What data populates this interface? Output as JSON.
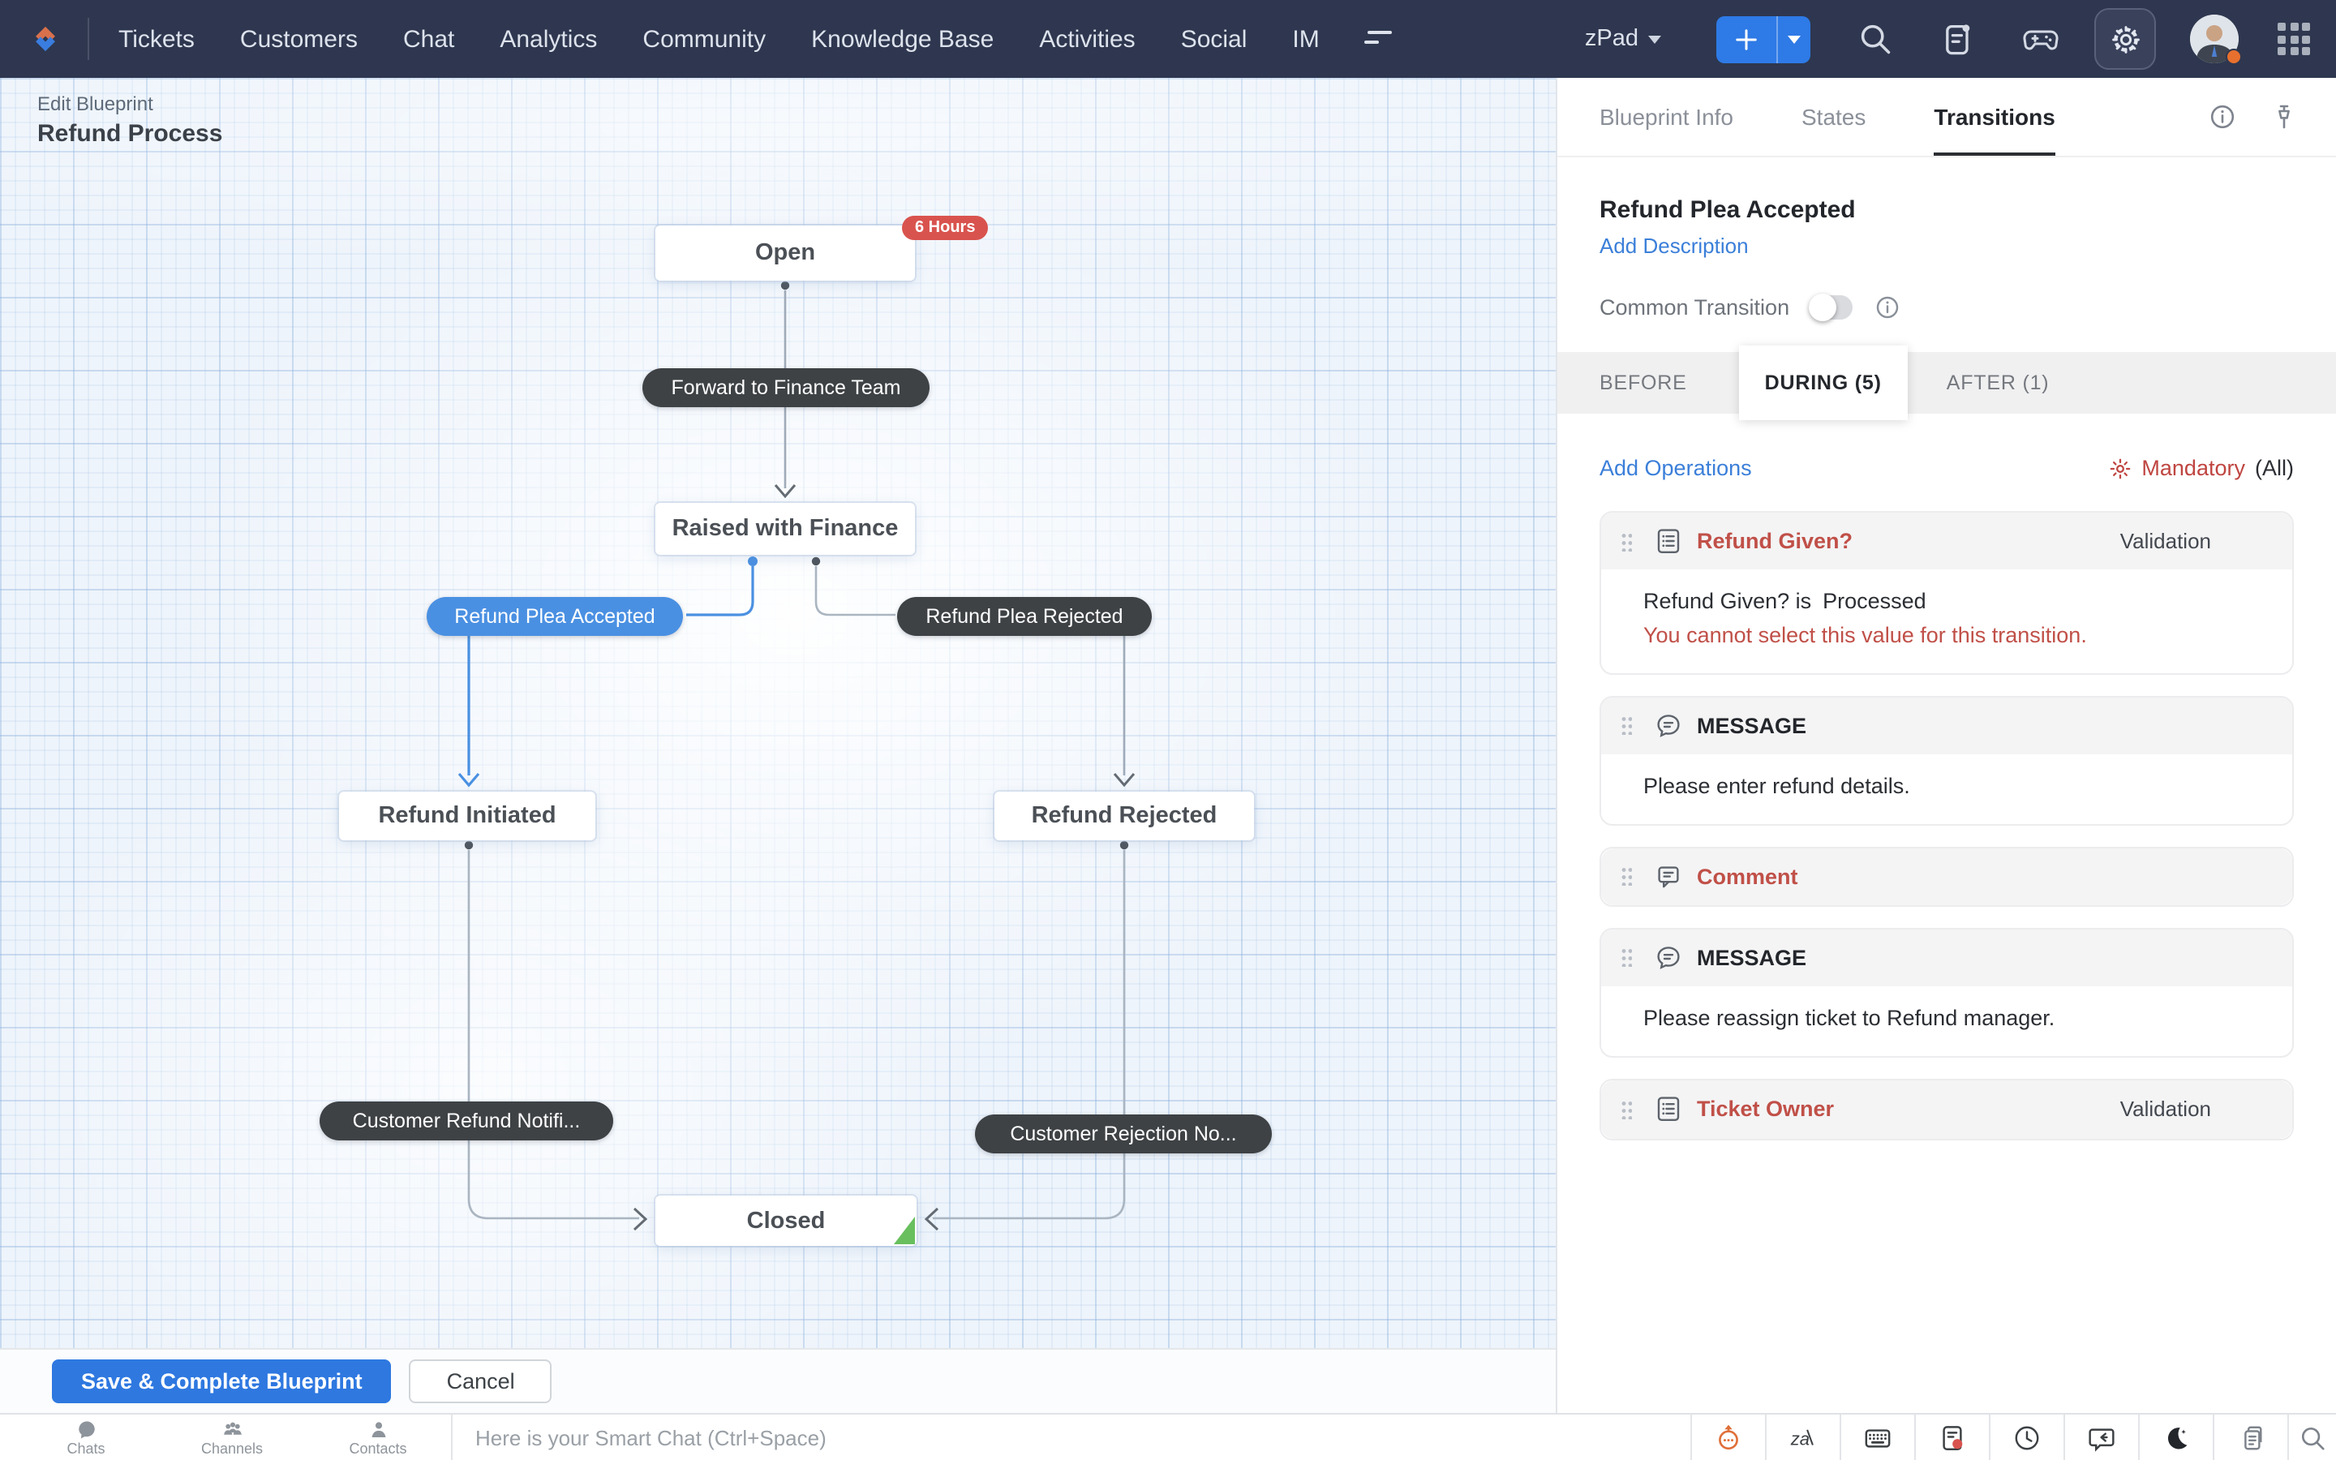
{
  "topnav": {
    "items": [
      "Tickets",
      "Customers",
      "Chat",
      "Analytics",
      "Community",
      "Knowledge Base",
      "Activities",
      "Social",
      "IM"
    ],
    "workspace": "zPad"
  },
  "header": {
    "breadcrumb": "Edit Blueprint",
    "title": "Refund Process"
  },
  "flow": {
    "sla_badge": "6 Hours",
    "states": {
      "open": "Open",
      "raised": "Raised with Finance",
      "initiated": "Refund Initiated",
      "rejected": "Refund Rejected",
      "closed": "Closed"
    },
    "transitions": {
      "forward": "Forward to Finance Team",
      "plea_accepted": "Refund Plea Accepted",
      "plea_rejected": "Refund Plea Rejected",
      "refund_notif": "Customer Refund Notifi...",
      "rejection_notif": "Customer Rejection No..."
    }
  },
  "panel": {
    "tabs": [
      "Blueprint Info",
      "States",
      "Transitions"
    ],
    "active_tab": "Transitions",
    "transition_name": "Refund Plea Accepted",
    "add_description": "Add Description",
    "common_transition": "Common Transition",
    "stage_tabs": [
      "BEFORE",
      "DURING (5)",
      "AFTER (1)"
    ],
    "active_stage": "DURING (5)",
    "add_operations": "Add Operations",
    "mandatory": "Mandatory",
    "mandatory_all": "(All)",
    "operations": [
      {
        "title": "Refund Given?",
        "type": "Validation",
        "body_left": "Refund Given? is",
        "body_value": "Processed",
        "error": "You cannot select this value for this transition."
      },
      {
        "title": "MESSAGE",
        "body": "Please enter refund details."
      },
      {
        "title": "Comment"
      },
      {
        "title": "MESSAGE",
        "body": "Please reassign ticket to Refund manager."
      },
      {
        "title": "Ticket Owner",
        "type": "Validation"
      }
    ]
  },
  "footer": {
    "save": "Save & Complete Blueprint",
    "cancel": "Cancel"
  },
  "bottombar": {
    "items": [
      {
        "label": "Chats"
      },
      {
        "label": "Channels"
      },
      {
        "label": "Contacts"
      }
    ],
    "chat_placeholder": "Here is your Smart Chat (Ctrl+Space)"
  },
  "icons": {
    "zia_glyph": "za"
  },
  "colors": {
    "nav_bg": "#2e374f",
    "accent_blue": "#2e78e0",
    "selected_pill_blue": "#4a90e2",
    "dark_pill": "#3e4245",
    "danger_red": "#c05048",
    "sla_badge_red": "#d9534e",
    "closed_green": "#69bf5e"
  }
}
